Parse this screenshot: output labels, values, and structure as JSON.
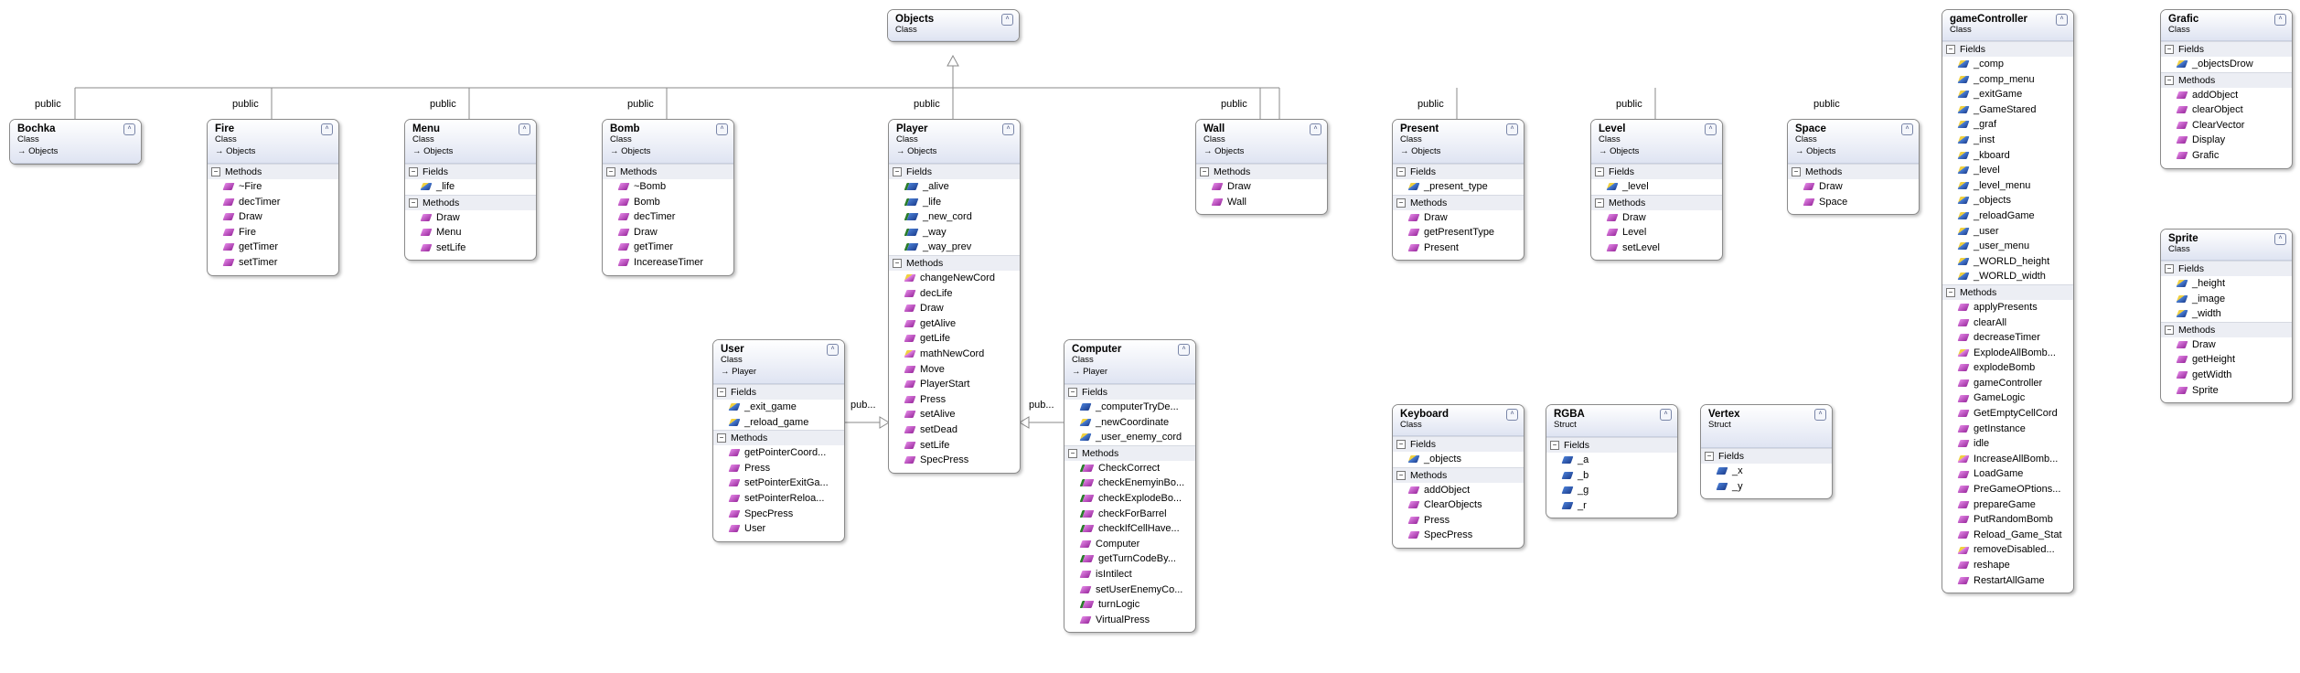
{
  "inherit_label": "public",
  "inherit_label_short": "pub...",
  "classes": {
    "objects": {
      "title": "Objects",
      "stereo": "Class"
    },
    "bochka": {
      "title": "Bochka",
      "stereo": "Class",
      "parent": "Objects"
    },
    "fire": {
      "title": "Fire",
      "stereo": "Class",
      "parent": "Objects",
      "sections": [
        {
          "name": "Methods",
          "items": [
            "~Fire",
            "decTimer",
            "Draw",
            "Fire",
            "getTimer",
            "setTimer"
          ]
        }
      ]
    },
    "menu": {
      "title": "Menu",
      "stereo": "Class",
      "parent": "Objects",
      "sections": [
        {
          "name": "Fields",
          "items": [
            "_life"
          ]
        },
        {
          "name": "Methods",
          "items": [
            "Draw",
            "Menu",
            "setLife"
          ]
        }
      ]
    },
    "bomb": {
      "title": "Bomb",
      "stereo": "Class",
      "parent": "Objects",
      "sections": [
        {
          "name": "Methods",
          "items": [
            "~Bomb",
            "Bomb",
            "decTimer",
            "Draw",
            "getTimer",
            "IncereaseTimer"
          ]
        }
      ]
    },
    "player": {
      "title": "Player",
      "stereo": "Class",
      "parent": "Objects",
      "sections": [
        {
          "name": "Fields",
          "items": [
            "_alive",
            "_life",
            "_new_cord",
            "_way",
            "_way_prev"
          ]
        },
        {
          "name": "Methods",
          "items": [
            "changeNewCord",
            "decLife",
            "Draw",
            "getAlive",
            "getLife",
            "mathNewCord",
            "Move",
            "PlayerStart",
            "Press",
            "setAlive",
            "setDead",
            "setLife",
            "SpecPress"
          ]
        }
      ]
    },
    "wall": {
      "title": "Wall",
      "stereo": "Class",
      "parent": "Objects",
      "sections": [
        {
          "name": "Methods",
          "items": [
            "Draw",
            "Wall"
          ]
        }
      ]
    },
    "present": {
      "title": "Present",
      "stereo": "Class",
      "parent": "Objects",
      "sections": [
        {
          "name": "Fields",
          "items": [
            "_present_type"
          ]
        },
        {
          "name": "Methods",
          "items": [
            "Draw",
            "getPresentType",
            "Present"
          ]
        }
      ]
    },
    "level": {
      "title": "Level",
      "stereo": "Class",
      "parent": "Objects",
      "sections": [
        {
          "name": "Fields",
          "items": [
            "_level"
          ]
        },
        {
          "name": "Methods",
          "items": [
            "Draw",
            "Level",
            "setLevel"
          ]
        }
      ]
    },
    "space": {
      "title": "Space",
      "stereo": "Class",
      "parent": "Objects",
      "sections": [
        {
          "name": "Methods",
          "items": [
            "Draw",
            "Space"
          ]
        }
      ]
    },
    "user": {
      "title": "User",
      "stereo": "Class",
      "parent": "Player",
      "sections": [
        {
          "name": "Fields",
          "items": [
            "_exit_game",
            "_reload_game"
          ]
        },
        {
          "name": "Methods",
          "items": [
            "getPointerCoord...",
            "Press",
            "setPointerExitGa...",
            "setPointerReloa...",
            "SpecPress",
            "User"
          ]
        }
      ]
    },
    "computer": {
      "title": "Computer",
      "stereo": "Class",
      "parent": "Player",
      "sections": [
        {
          "name": "Fields",
          "items": [
            "_computerTryDe...",
            "_newCoordinate",
            "_user_enemy_cord"
          ]
        },
        {
          "name": "Methods",
          "items": [
            "CheckCorrect",
            "checkEnemyinBo...",
            "checkExplodeBo...",
            "checkForBarrel",
            "checkIfCellHave...",
            "Computer",
            "getTurnCodeBy...",
            "isIntilect",
            "setUserEnemyCo...",
            "turnLogic",
            "VirtualPress"
          ]
        }
      ]
    },
    "keyboard": {
      "title": "Keyboard",
      "stereo": "Class",
      "sections": [
        {
          "name": "Fields",
          "items": [
            "_objects"
          ]
        },
        {
          "name": "Methods",
          "items": [
            "addObject",
            "ClearObjects",
            "Press",
            "SpecPress"
          ]
        }
      ]
    },
    "rgba": {
      "title": "RGBA",
      "stereo": "Struct",
      "sections": [
        {
          "name": "Fields",
          "items": [
            "_a",
            "_b",
            "_g",
            "_r"
          ]
        }
      ]
    },
    "vertex": {
      "title": "Vertex",
      "stereo": "Struct",
      "sections": [
        {
          "name": "Fields",
          "items": [
            "_x",
            "_y"
          ]
        }
      ]
    },
    "gamecontroller": {
      "title": "gameController",
      "stereo": "Class",
      "sections": [
        {
          "name": "Fields",
          "items": [
            "_comp",
            "_comp_menu",
            "_exitGame",
            "_GameStared",
            "_graf",
            "_inst",
            "_kboard",
            "_level",
            "_level_menu",
            "_objects",
            "_reloadGame",
            "_user",
            "_user_menu",
            "_WORLD_height",
            "_WORLD_width"
          ]
        },
        {
          "name": "Methods",
          "items": [
            "applyPresents",
            "clearAll",
            "decreaseTimer",
            "ExplodeAllBomb...",
            "explodeBomb",
            "gameController",
            "GameLogic",
            "GetEmptyCellCord",
            "getInstance",
            "idle",
            "IncreaseAllBomb...",
            "LoadGame",
            "PreGameOPtions...",
            "prepareGame",
            "PutRandomBomb",
            "Reload_Game_Stat",
            "removeDisabled...",
            "reshape",
            "RestartAllGame"
          ]
        }
      ]
    },
    "grafic": {
      "title": "Grafic",
      "stereo": "Class",
      "sections": [
        {
          "name": "Fields",
          "items": [
            "_objectsDrow"
          ]
        },
        {
          "name": "Methods",
          "items": [
            "addObject",
            "clearObject",
            "ClearVector",
            "Display",
            "Grafic"
          ]
        }
      ]
    },
    "sprite": {
      "title": "Sprite",
      "stereo": "Class",
      "sections": [
        {
          "name": "Fields",
          "items": [
            "_height",
            "_image",
            "_width"
          ]
        },
        {
          "name": "Methods",
          "items": [
            "Draw",
            "getHeight",
            "getWidth",
            "Sprite"
          ]
        }
      ]
    }
  },
  "icon_kinds": {
    "fire": [
      [
        "method",
        "method",
        "method",
        "method",
        "method",
        "method"
      ]
    ],
    "menu": [
      [
        "field-priv"
      ],
      [
        "method",
        "method",
        "method"
      ]
    ],
    "bomb": [
      [
        "method",
        "method",
        "method",
        "method",
        "method",
        "method"
      ]
    ],
    "player": [
      [
        "field-prot",
        "field-prot",
        "field-prot",
        "field-prot",
        "field-prot"
      ],
      [
        "method-priv",
        "method",
        "method",
        "method",
        "method",
        "method-priv",
        "method",
        "method",
        "method",
        "method",
        "method",
        "method",
        "method"
      ]
    ],
    "wall": [
      [
        "method",
        "method"
      ]
    ],
    "present": [
      [
        "field-priv"
      ],
      [
        "method",
        "method",
        "method"
      ]
    ],
    "level": [
      [
        "field-priv"
      ],
      [
        "method",
        "method",
        "method"
      ]
    ],
    "space": [
      [
        "method",
        "method"
      ]
    ],
    "user": [
      [
        "field-priv",
        "field-priv"
      ],
      [
        "method",
        "method",
        "method",
        "method",
        "method",
        "method"
      ]
    ],
    "computer": [
      [
        "field",
        "field-priv",
        "field-priv"
      ],
      [
        "method-prot",
        "method-prot",
        "method-prot",
        "method-prot",
        "method-prot",
        "method",
        "method-prot",
        "method",
        "method",
        "method-prot",
        "method"
      ]
    ],
    "keyboard": [
      [
        "field-priv"
      ],
      [
        "method",
        "method",
        "method",
        "method"
      ]
    ],
    "rgba": [
      [
        "field",
        "field",
        "field",
        "field"
      ]
    ],
    "vertex": [
      [
        "field",
        "field"
      ]
    ],
    "gamecontroller": [
      [
        "field-priv",
        "field-priv",
        "field-priv",
        "field-priv",
        "field-priv",
        "field-priv",
        "field-priv",
        "field-priv",
        "field-priv",
        "field-priv",
        "field-priv",
        "field-priv",
        "field-priv",
        "field-priv",
        "field-priv"
      ],
      [
        "method",
        "method",
        "method",
        "method-priv",
        "method",
        "method",
        "method",
        "method",
        "method",
        "method",
        "method-priv",
        "method",
        "method",
        "method",
        "method",
        "method",
        "method-priv",
        "method",
        "method"
      ]
    ],
    "grafic": [
      [
        "field-priv"
      ],
      [
        "method",
        "method",
        "method",
        "method",
        "method"
      ]
    ],
    "sprite": [
      [
        "field-priv",
        "field-priv",
        "field-priv"
      ],
      [
        "method",
        "method",
        "method",
        "method"
      ]
    ]
  }
}
